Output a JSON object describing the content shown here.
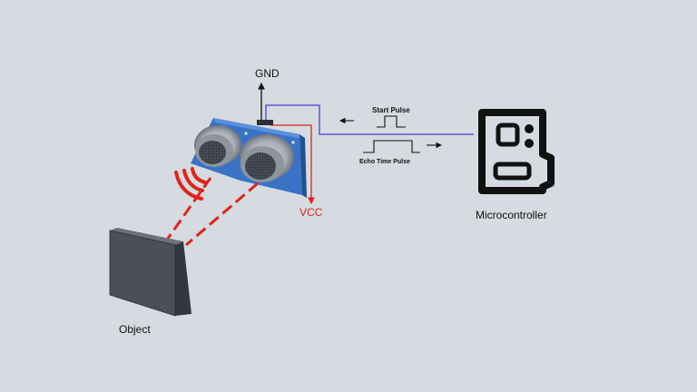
{
  "labels": {
    "gnd": "GND",
    "vcc": "VCC",
    "start_pulse": "Start Pulse",
    "echo_pulse": "Echo Time Pulse",
    "microcontroller": "Microcontroller",
    "object": "Object"
  },
  "colors": {
    "background": "#d5dbe0",
    "signal_wire": "#6a4fd6",
    "vcc_wire": "#e2231a",
    "ultrasonic_waves": "#e2231a",
    "sensor_board": "#3a73c6",
    "object_block": "#4a4f58",
    "icon": "#111111"
  },
  "icons": {
    "sensor": "ultrasonic-sensor-icon",
    "microcontroller": "microcontroller-chip-icon",
    "object": "object-block"
  }
}
